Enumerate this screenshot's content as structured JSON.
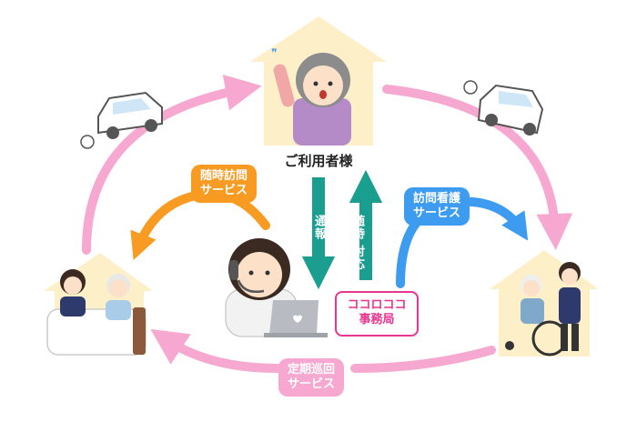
{
  "user_label": "ご利用者様",
  "office_label": "ココロココ\n事務局",
  "services": {
    "zuiji": "随時訪問\nサービス",
    "houmon": "訪問看護\nサービス",
    "teiki": "定期巡回\nサービス"
  },
  "arrows": {
    "tsuhou": "通報",
    "zuiji_taiou": "随時\n対応"
  },
  "colors": {
    "cycle": "#f7a8d0",
    "orange": "#f79b22",
    "blue": "#3d9cf0",
    "teal": "#1a9e8f",
    "magenta": "#e8358f",
    "house": "#fdf0c8"
  },
  "icons": [
    "house-icon",
    "car-icon",
    "exhaust-puff-icon",
    "headset-operator-icon",
    "laptop-icon",
    "wheelchair-icon",
    "bed-icon"
  ]
}
